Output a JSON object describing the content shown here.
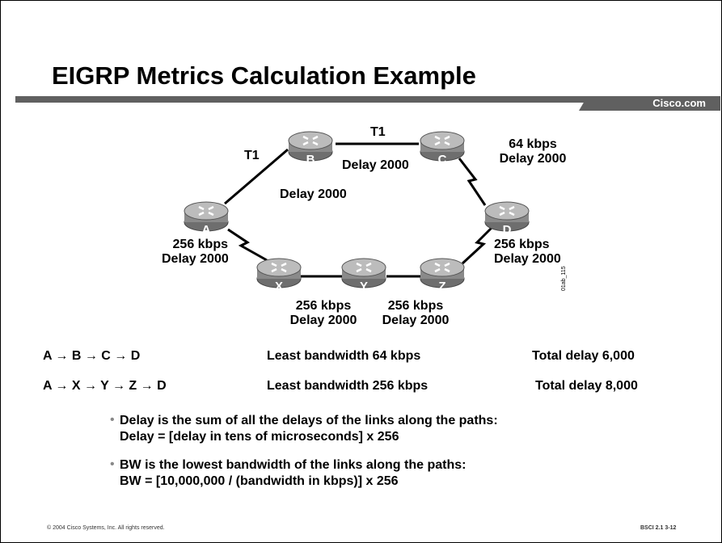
{
  "slide": {
    "title": "EIGRP Metrics Calculation Example",
    "brand": "Cisco.com"
  },
  "diagram": {
    "routers": [
      {
        "id": "A",
        "label": "A"
      },
      {
        "id": "B",
        "label": "B"
      },
      {
        "id": "C",
        "label": "C"
      },
      {
        "id": "D",
        "label": "D"
      },
      {
        "id": "X",
        "label": "X"
      },
      {
        "id": "Y",
        "label": "Y"
      },
      {
        "id": "Z",
        "label": "Z"
      }
    ],
    "links": [
      {
        "from": "A",
        "to": "B",
        "type": "T1",
        "delay": "Delay 2000"
      },
      {
        "from": "B",
        "to": "C",
        "type": "T1",
        "delay": "Delay 2000"
      },
      {
        "from": "C",
        "to": "D",
        "bandwidth": "64 kbps",
        "delay": "Delay 2000"
      },
      {
        "from": "A",
        "to": "X",
        "bandwidth": "256 kbps",
        "delay": "Delay 2000"
      },
      {
        "from": "X",
        "to": "Y",
        "bandwidth": "256 kbps",
        "delay": "Delay 2000"
      },
      {
        "from": "Y",
        "to": "Z",
        "bandwidth": "256 kbps",
        "delay": "Delay 2000"
      },
      {
        "from": "Z",
        "to": "D",
        "bandwidth": "256 kbps",
        "delay": "Delay 2000"
      }
    ],
    "figure_ref": "01ab_115"
  },
  "paths": [
    {
      "route": "A → B → C → D",
      "least_bandwidth": "Least bandwidth 64 kbps",
      "total_delay": "Total delay 6,000"
    },
    {
      "route": "A → X → Y → Z → D",
      "least_bandwidth": "Least bandwidth 256 kbps",
      "total_delay": "Total delay 8,000"
    }
  ],
  "bullets": [
    {
      "line1": "Delay is the sum of all the delays of the links along the paths:",
      "line2": "Delay = [delay in tens of microseconds] x 256"
    },
    {
      "line1": "BW is the lowest bandwidth of the links along the paths:",
      "line2": "BW = [10,000,000 / (bandwidth in kbps)] x 256"
    }
  ],
  "footer": {
    "copyright": "© 2004 Cisco Systems, Inc. All rights reserved.",
    "code": "BSCI 2.1   3-12"
  }
}
